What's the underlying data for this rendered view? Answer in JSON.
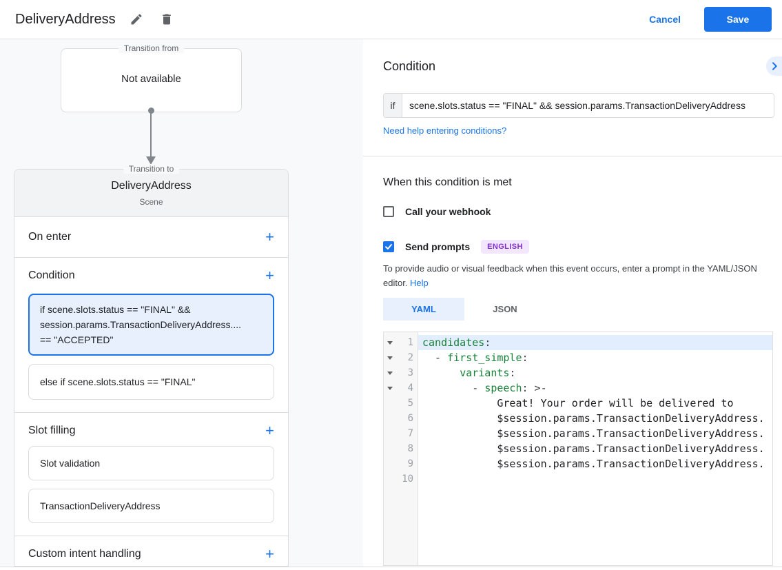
{
  "colors": {
    "accent": "#1a73e8",
    "selected_card_bg": "#e8f0fe",
    "selected_card_border": "#1a73e8",
    "badge_bg": "#f2e7fd",
    "badge_text": "#8430ce",
    "code_key_green": "#188038",
    "panel_bg": "#f8f9fa"
  },
  "header": {
    "title": "DeliveryAddress",
    "cancel_label": "Cancel",
    "save_label": "Save"
  },
  "flow": {
    "transition_from": {
      "label": "Transition from",
      "content": "Not available"
    },
    "scene_card": {
      "label": "Transition to",
      "title": "DeliveryAddress",
      "subtitle": "Scene",
      "sections": {
        "on_enter": {
          "label": "On enter"
        },
        "condition": {
          "label": "Condition",
          "cards": [
            {
              "selected": true,
              "lines": [
                "if scene.slots.status == \"FINAL\" &&",
                "session.params.TransactionDeliveryAddress....",
                "== \"ACCEPTED\""
              ]
            },
            {
              "selected": false,
              "lines": [
                "else if scene.slots.status == \"FINAL\""
              ]
            }
          ]
        },
        "slot_filling": {
          "label": "Slot filling",
          "cards": [
            {
              "label": "Slot validation"
            },
            {
              "label": "TransactionDeliveryAddress"
            }
          ]
        },
        "custom_intent": {
          "label": "Custom intent handling"
        }
      }
    }
  },
  "condition_panel": {
    "heading": "Condition",
    "if_label": "if",
    "if_value": "scene.slots.status == \"FINAL\" && session.params.TransactionDeliveryAddress",
    "help_link": "Need help entering conditions?"
  },
  "when_met": {
    "heading": "When this condition is met",
    "webhook": {
      "label": "Call your webhook",
      "checked": false
    },
    "send_prompts": {
      "label": "Send prompts",
      "checked": true,
      "badge": "ENGLISH"
    },
    "description": "To provide audio or visual feedback when this event occurs, enter a prompt in the YAML/JSON editor.",
    "help_label": "Help"
  },
  "editor": {
    "tabs": [
      {
        "label": "YAML",
        "active": true
      },
      {
        "label": "JSON",
        "active": false
      }
    ],
    "lines": [
      {
        "num": 1,
        "fold": true,
        "highlight": true,
        "segments": [
          {
            "t": "candidates",
            "c": "key"
          },
          {
            "t": ":",
            "c": "punct"
          }
        ]
      },
      {
        "num": 2,
        "fold": true,
        "segments": [
          {
            "t": "  - ",
            "c": "punct"
          },
          {
            "t": "first_simple",
            "c": "key"
          },
          {
            "t": ":",
            "c": "punct"
          }
        ]
      },
      {
        "num": 3,
        "fold": true,
        "segments": [
          {
            "t": "      ",
            "c": "punct"
          },
          {
            "t": "variants",
            "c": "key"
          },
          {
            "t": ":",
            "c": "punct"
          }
        ]
      },
      {
        "num": 4,
        "fold": true,
        "segments": [
          {
            "t": "        - ",
            "c": "punct"
          },
          {
            "t": "speech",
            "c": "key"
          },
          {
            "t": ": >-",
            "c": "punct"
          }
        ]
      },
      {
        "num": 5,
        "segments": [
          {
            "t": "            Great! Your order will be delivered to",
            "c": "plain"
          }
        ]
      },
      {
        "num": 6,
        "segments": [
          {
            "t": "            $session.params.TransactionDeliveryAddress.",
            "c": "plain"
          }
        ]
      },
      {
        "num": 7,
        "segments": [
          {
            "t": "            $session.params.TransactionDeliveryAddress.",
            "c": "plain"
          }
        ]
      },
      {
        "num": 8,
        "segments": [
          {
            "t": "            $session.params.TransactionDeliveryAddress.",
            "c": "plain"
          }
        ]
      },
      {
        "num": 9,
        "segments": [
          {
            "t": "            $session.params.TransactionDeliveryAddress.",
            "c": "plain"
          }
        ]
      },
      {
        "num": 10,
        "segments": []
      }
    ]
  }
}
